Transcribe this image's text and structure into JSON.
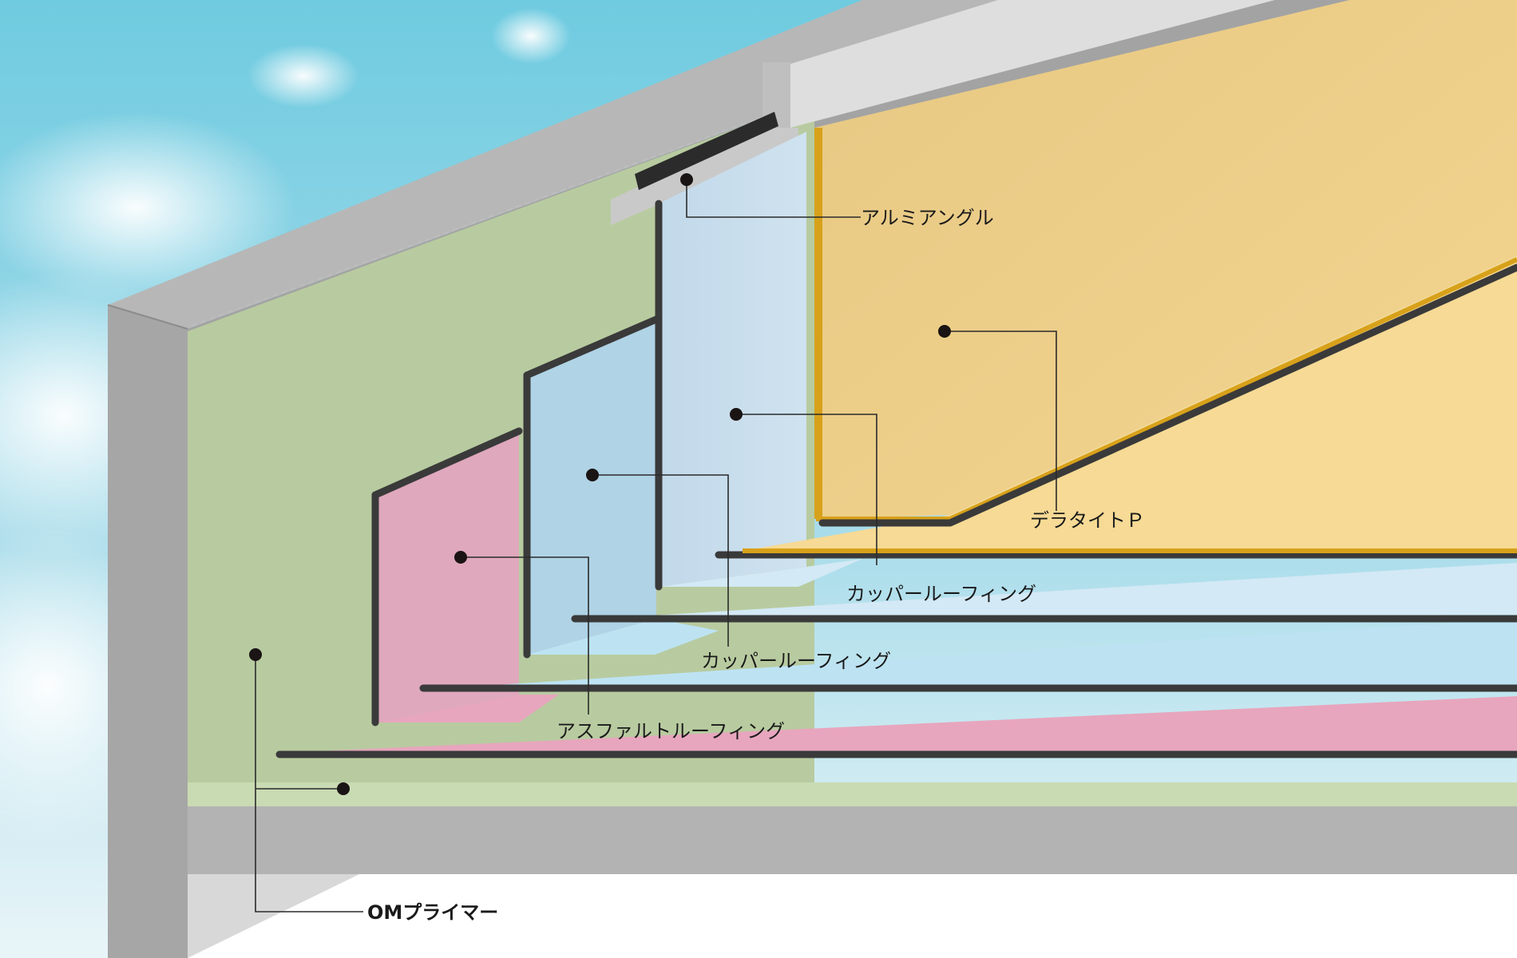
{
  "diagram": {
    "labels": {
      "aluminum_angle": "アルミアングル",
      "deratite_p": "デラタイトＰ",
      "copper_roofing_upper": "カッパールーフィング",
      "copper_roofing_lower": "カッパールーフィング",
      "asphalt_roofing": "アスファルトルーフィング",
      "om_primer": "OMプライマー"
    },
    "colors": {
      "sky": "#7ccfe2",
      "concrete": "#a9a9a9",
      "concrete_light": "#d6d6d6",
      "primer_green": "#c3d6ae",
      "asphalt_pink": "#efb8cb",
      "copper_blue_lower": "#bde3f3",
      "copper_blue_upper": "#d3e9f5",
      "deratite_yellow": "#f6d992",
      "deratite_edge": "#d7a11a",
      "aluminum": "#d0d0d0",
      "black_seal": "#222222"
    },
    "icons": [
      "leader-dot",
      "leader-line"
    ]
  }
}
